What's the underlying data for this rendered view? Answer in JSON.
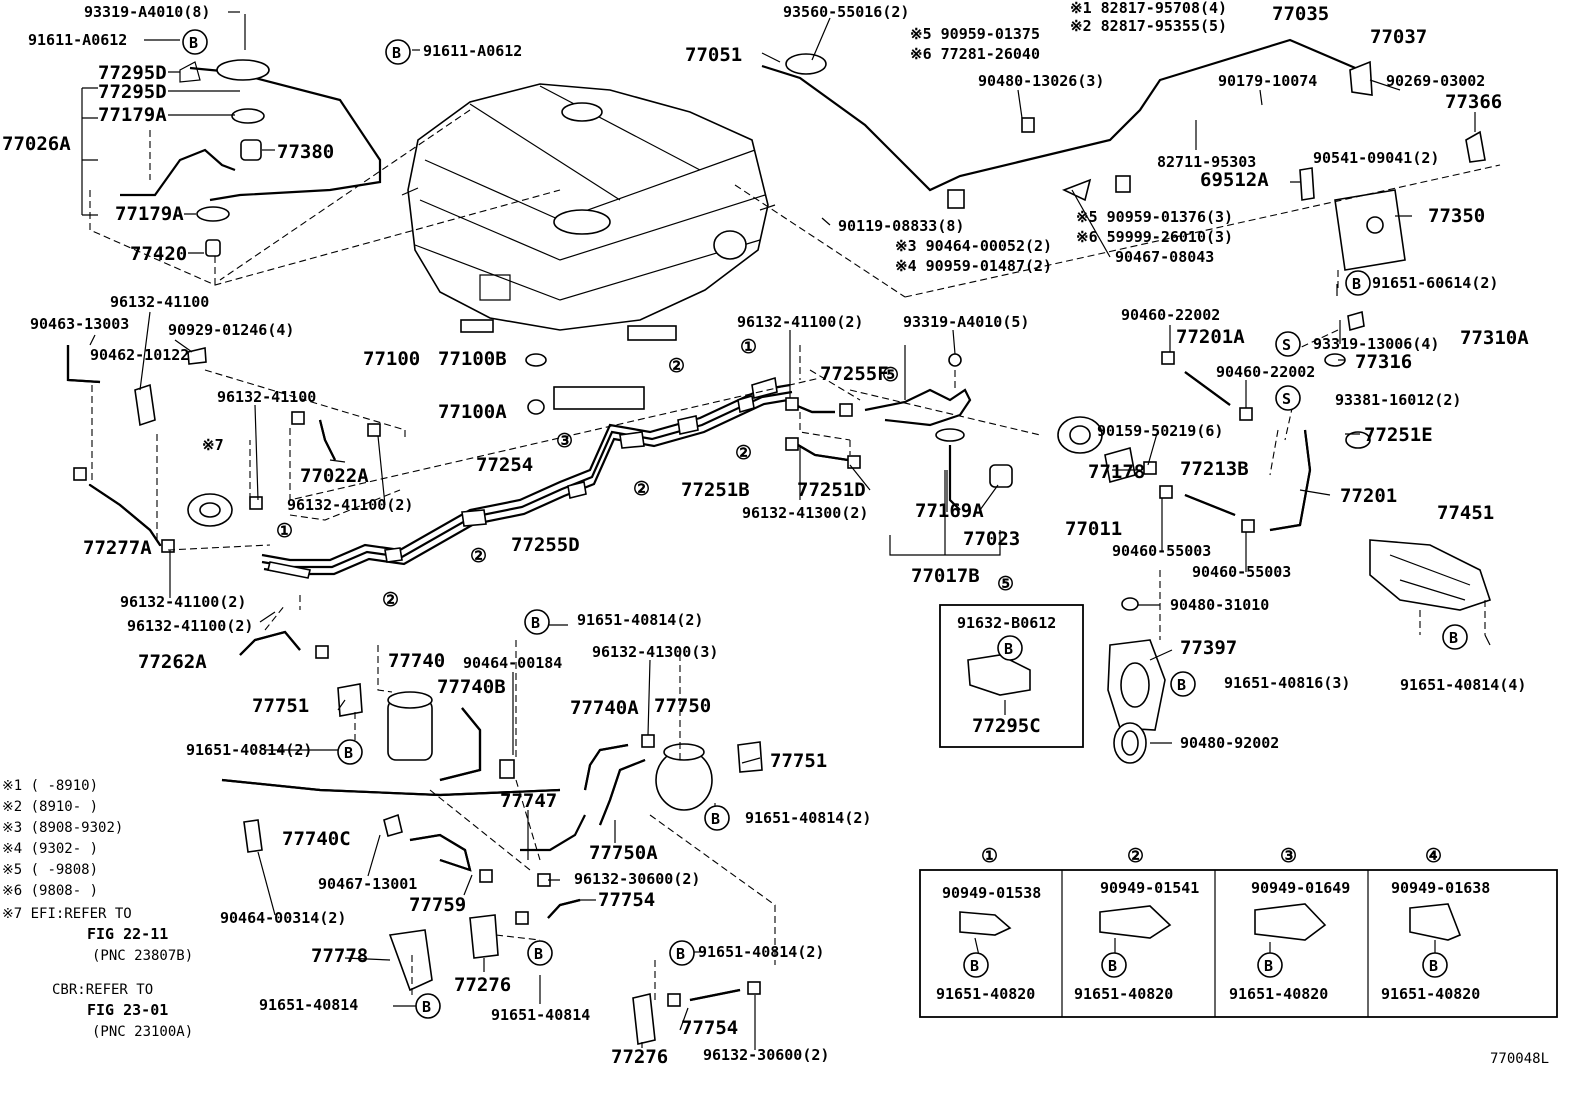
{
  "labels": {
    "p93319_a4010_8": "93319-A4010(8)",
    "p91611_a0612_a": "91611-A0612",
    "p91611_a0612_b": "91611-A0612",
    "p77295d_a": "77295D",
    "p77295d_b": "77295D",
    "p77179a_a": "77179A",
    "p77179a_b": "77179A",
    "p77026a": "77026A",
    "p77380": "77380",
    "p77420": "77420",
    "p93560_55016_2": "93560-55016(2)",
    "p77051": "77051",
    "m5_90959_01375": "※5 90959-01375",
    "m6_77281_26040": "※6 77281-26040",
    "m1_82817_95708_4": "※1 82817-95708(4)",
    "m2_82817_95355_5": "※2 82817-95355(5)",
    "p77035": "77035",
    "p77037": "77037",
    "p90480_13026_3": "90480-13026(3)",
    "p90179_10074": "90179-10074",
    "p90269_03002": "90269-03002",
    "p77366": "77366",
    "p82711_95303": "82711-95303",
    "p90541_09041_2": "90541-09041(2)",
    "p69512a": "69512A",
    "p77350": "77350",
    "p90119_08833_8": "90119-08833(8)",
    "m5_90959_01376_3": "※5 90959-01376(3)",
    "m6_59999_26010_3": "※6 59999-26010(3)",
    "m3_90464_00052_2": "※3 90464-00052(2)",
    "m4_90959_01487_2": "※4 90959-01487(2)",
    "p90467_08043": "90467-08043",
    "p91651_60614_2": "91651-60614(2)",
    "p96132_41100_a": "96132-41100",
    "p90463_13003": "90463-13003",
    "p90929_01246_4": "90929-01246(4)",
    "p90462_10122": "90462-10122",
    "p77100": "77100",
    "p77100b": "77100B",
    "p77100a": "77100A",
    "p96132_41100_2_a": "96132-41100(2)",
    "p93319_a4010_5": "93319-A4010(5)",
    "p90460_22002_a": "90460-22002",
    "p77201a": "77201A",
    "p93319_13006_4": "93319-13006(4)",
    "p77310a": "77310A",
    "p77316": "77316",
    "p90460_22002_b": "90460-22002",
    "p93381_16012_2": "93381-16012(2)",
    "p77255f": "77255F",
    "p96132_41100_b": "96132-41100",
    "p77022a": "77022A",
    "p96132_41100_2_b": "96132-41100(2)",
    "p77254": "77254",
    "p77251b": "77251B",
    "p77251d": "77251D",
    "p90159_50219_6": "90159-50219(6)",
    "p77251e": "77251E",
    "p77213b": "77213B",
    "p77178": "77178",
    "p77201": "77201",
    "p77169a": "77169A",
    "p77011": "77011",
    "p77023": "77023",
    "p96132_41300_2": "96132-41300(2)",
    "p77277a": "77277A",
    "p77255d": "77255D",
    "p90460_55003_a": "90460-55003",
    "p90460_55003_b": "90460-55003",
    "p77451": "77451",
    "p77017b": "77017B",
    "p96132_41100_2_c": "96132-41100(2)",
    "p96132_41100_2_d": "96132-41100(2)",
    "p91632_b0612": "91632-B0612",
    "p90480_31010": "90480-31010",
    "p91651_40814_2_a": "91651-40814(2)",
    "p77262a": "77262A",
    "p77740": "77740",
    "p77740b": "77740B",
    "p90464_00184": "90464-00184",
    "p96132_41300_3": "96132-41300(3)",
    "p77397": "77397",
    "p91651_40816_3": "91651-40816(3)",
    "p91651_40814_4": "91651-40814(4)",
    "p77751_a": "77751",
    "p77740a": "77740A",
    "p77750": "77750",
    "p77295c": "77295C",
    "p90480_92002": "90480-92002",
    "p91651_40814_2_b": "91651-40814(2)",
    "p77751_b": "77751",
    "p77747": "77747",
    "p91651_40814_2_c": "91651-40814(2)",
    "p77740c": "77740C",
    "p77750a": "77750A",
    "p90467_13001": "90467-13001",
    "p96132_30600_2_a": "96132-30600(2)",
    "p77759": "77759",
    "p77754_a": "77754",
    "p90464_00314_2": "90464-00314(2)",
    "p77778": "77778",
    "p77276_a": "77276",
    "p91651_40814_2_d": "91651-40814(2)",
    "p91651_40814_a": "91651-40814",
    "p91651_40814_b": "91651-40814",
    "p77754_b": "77754",
    "p77276_b": "77276",
    "p96132_30600_2_b": "96132-30600(2)",
    "c1_90949_01538": "90949-01538",
    "c2_90949_01541": "90949-01541",
    "c3_90949_01649": "90949-01649",
    "c4_90949_01638": "90949-01638",
    "c1_91651_40820": "91651-40820",
    "c2_91651_40820": "91651-40820",
    "c3_91651_40820": "91651-40820",
    "c4_91651_40820": "91651-40820",
    "diagram_code": "770048L"
  },
  "markers": {
    "circle1": "①",
    "circle2": "②",
    "circle3": "③",
    "circle4": "④",
    "circle5": "⑤",
    "b": "B",
    "s": "S"
  },
  "footnotes": {
    "n1": "※1 (     -8910)",
    "n2": "※2 (8910-     )",
    "n3": "※3 (8908-9302)",
    "n4": "※4 (9302-     )",
    "n5": "※5 (     -9808)",
    "n6": "※6 (9808-     )",
    "n7_line1": "※7   EFI:REFER TO",
    "n7_line2": "FIG  22-11",
    "n7_line3": "(PNC 23807B)",
    "n7_line4": "CBR:REFER TO",
    "n7_line5": "FIG  23-01",
    "n7_line6": "(PNC 23100A)",
    "mark7": "※7"
  }
}
